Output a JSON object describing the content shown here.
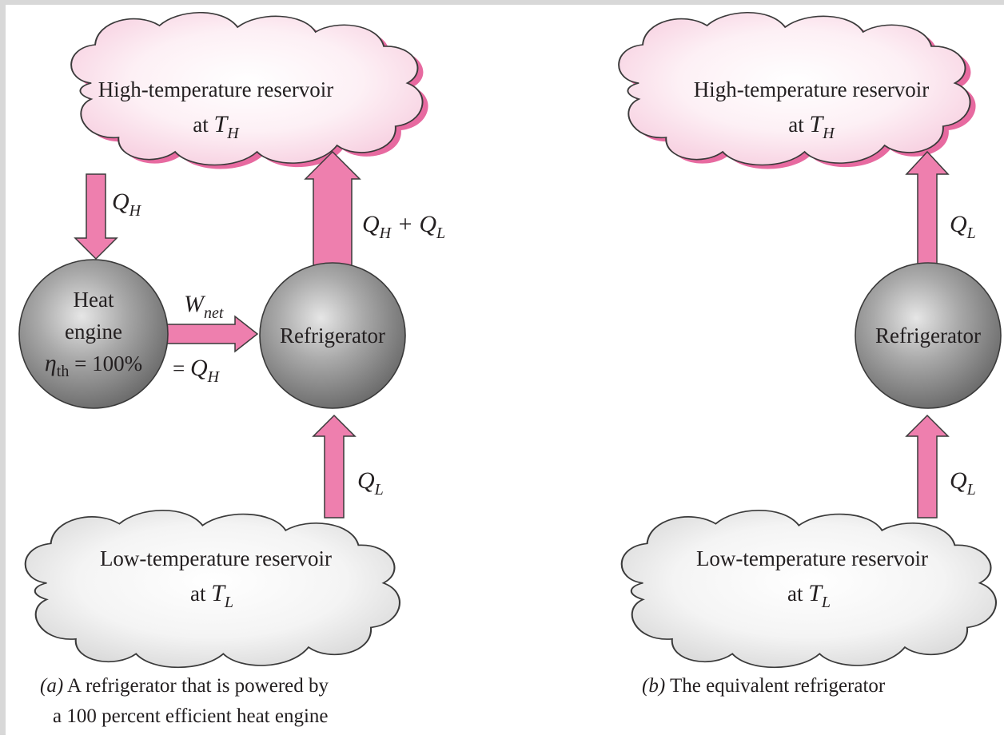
{
  "panel_a": {
    "hot_reservoir": {
      "line1": "High-temperature reservoir",
      "line2_prefix": "at ",
      "symbol": "T",
      "subscript": "H"
    },
    "cold_reservoir": {
      "line1": "Low-temperature reservoir",
      "line2_prefix": "at ",
      "symbol": "T",
      "subscript": "L"
    },
    "heat_engine": {
      "line1": "Heat",
      "line2": "engine",
      "eff_symbol": "η",
      "eff_subscript": "th",
      "eff_value": " = 100%"
    },
    "refrigerator": {
      "label": "Refrigerator"
    },
    "q_h_label": {
      "symbol": "Q",
      "subscript": "H"
    },
    "work_label": {
      "symbol": "W",
      "subscript": "net"
    },
    "work_equals": {
      "prefix": "= ",
      "symbol": "Q",
      "subscript": "H"
    },
    "q_sum_label": {
      "s1": "Q",
      "sub1": "H",
      "plus": " + ",
      "s2": "Q",
      "sub2": "L"
    },
    "q_l_label": {
      "symbol": "Q",
      "subscript": "L"
    },
    "caption": {
      "tag": "(a)",
      "line1": " A refrigerator that is powered by",
      "line2": "a 100 percent efficient heat engine"
    }
  },
  "panel_b": {
    "hot_reservoir": {
      "line1": "High-temperature reservoir",
      "line2_prefix": "at ",
      "symbol": "T",
      "subscript": "H"
    },
    "cold_reservoir": {
      "line1": "Low-temperature reservoir",
      "line2_prefix": "at ",
      "symbol": "T",
      "subscript": "L"
    },
    "refrigerator": {
      "label": "Refrigerator"
    },
    "q_l_top_label": {
      "symbol": "Q",
      "subscript": "L"
    },
    "q_l_bottom_label": {
      "symbol": "Q",
      "subscript": "L"
    },
    "caption": {
      "tag": "(b)",
      "line1": " The equivalent refrigerator"
    }
  },
  "colors": {
    "arrow_fill": "#ee7fae",
    "arrow_stroke": "#3a3a3a",
    "hot_cloud": "#fbe3ee",
    "cold_cloud": "#ebebeb",
    "device_gray": "#8e8e8e",
    "frame": "#d8d8d8"
  }
}
